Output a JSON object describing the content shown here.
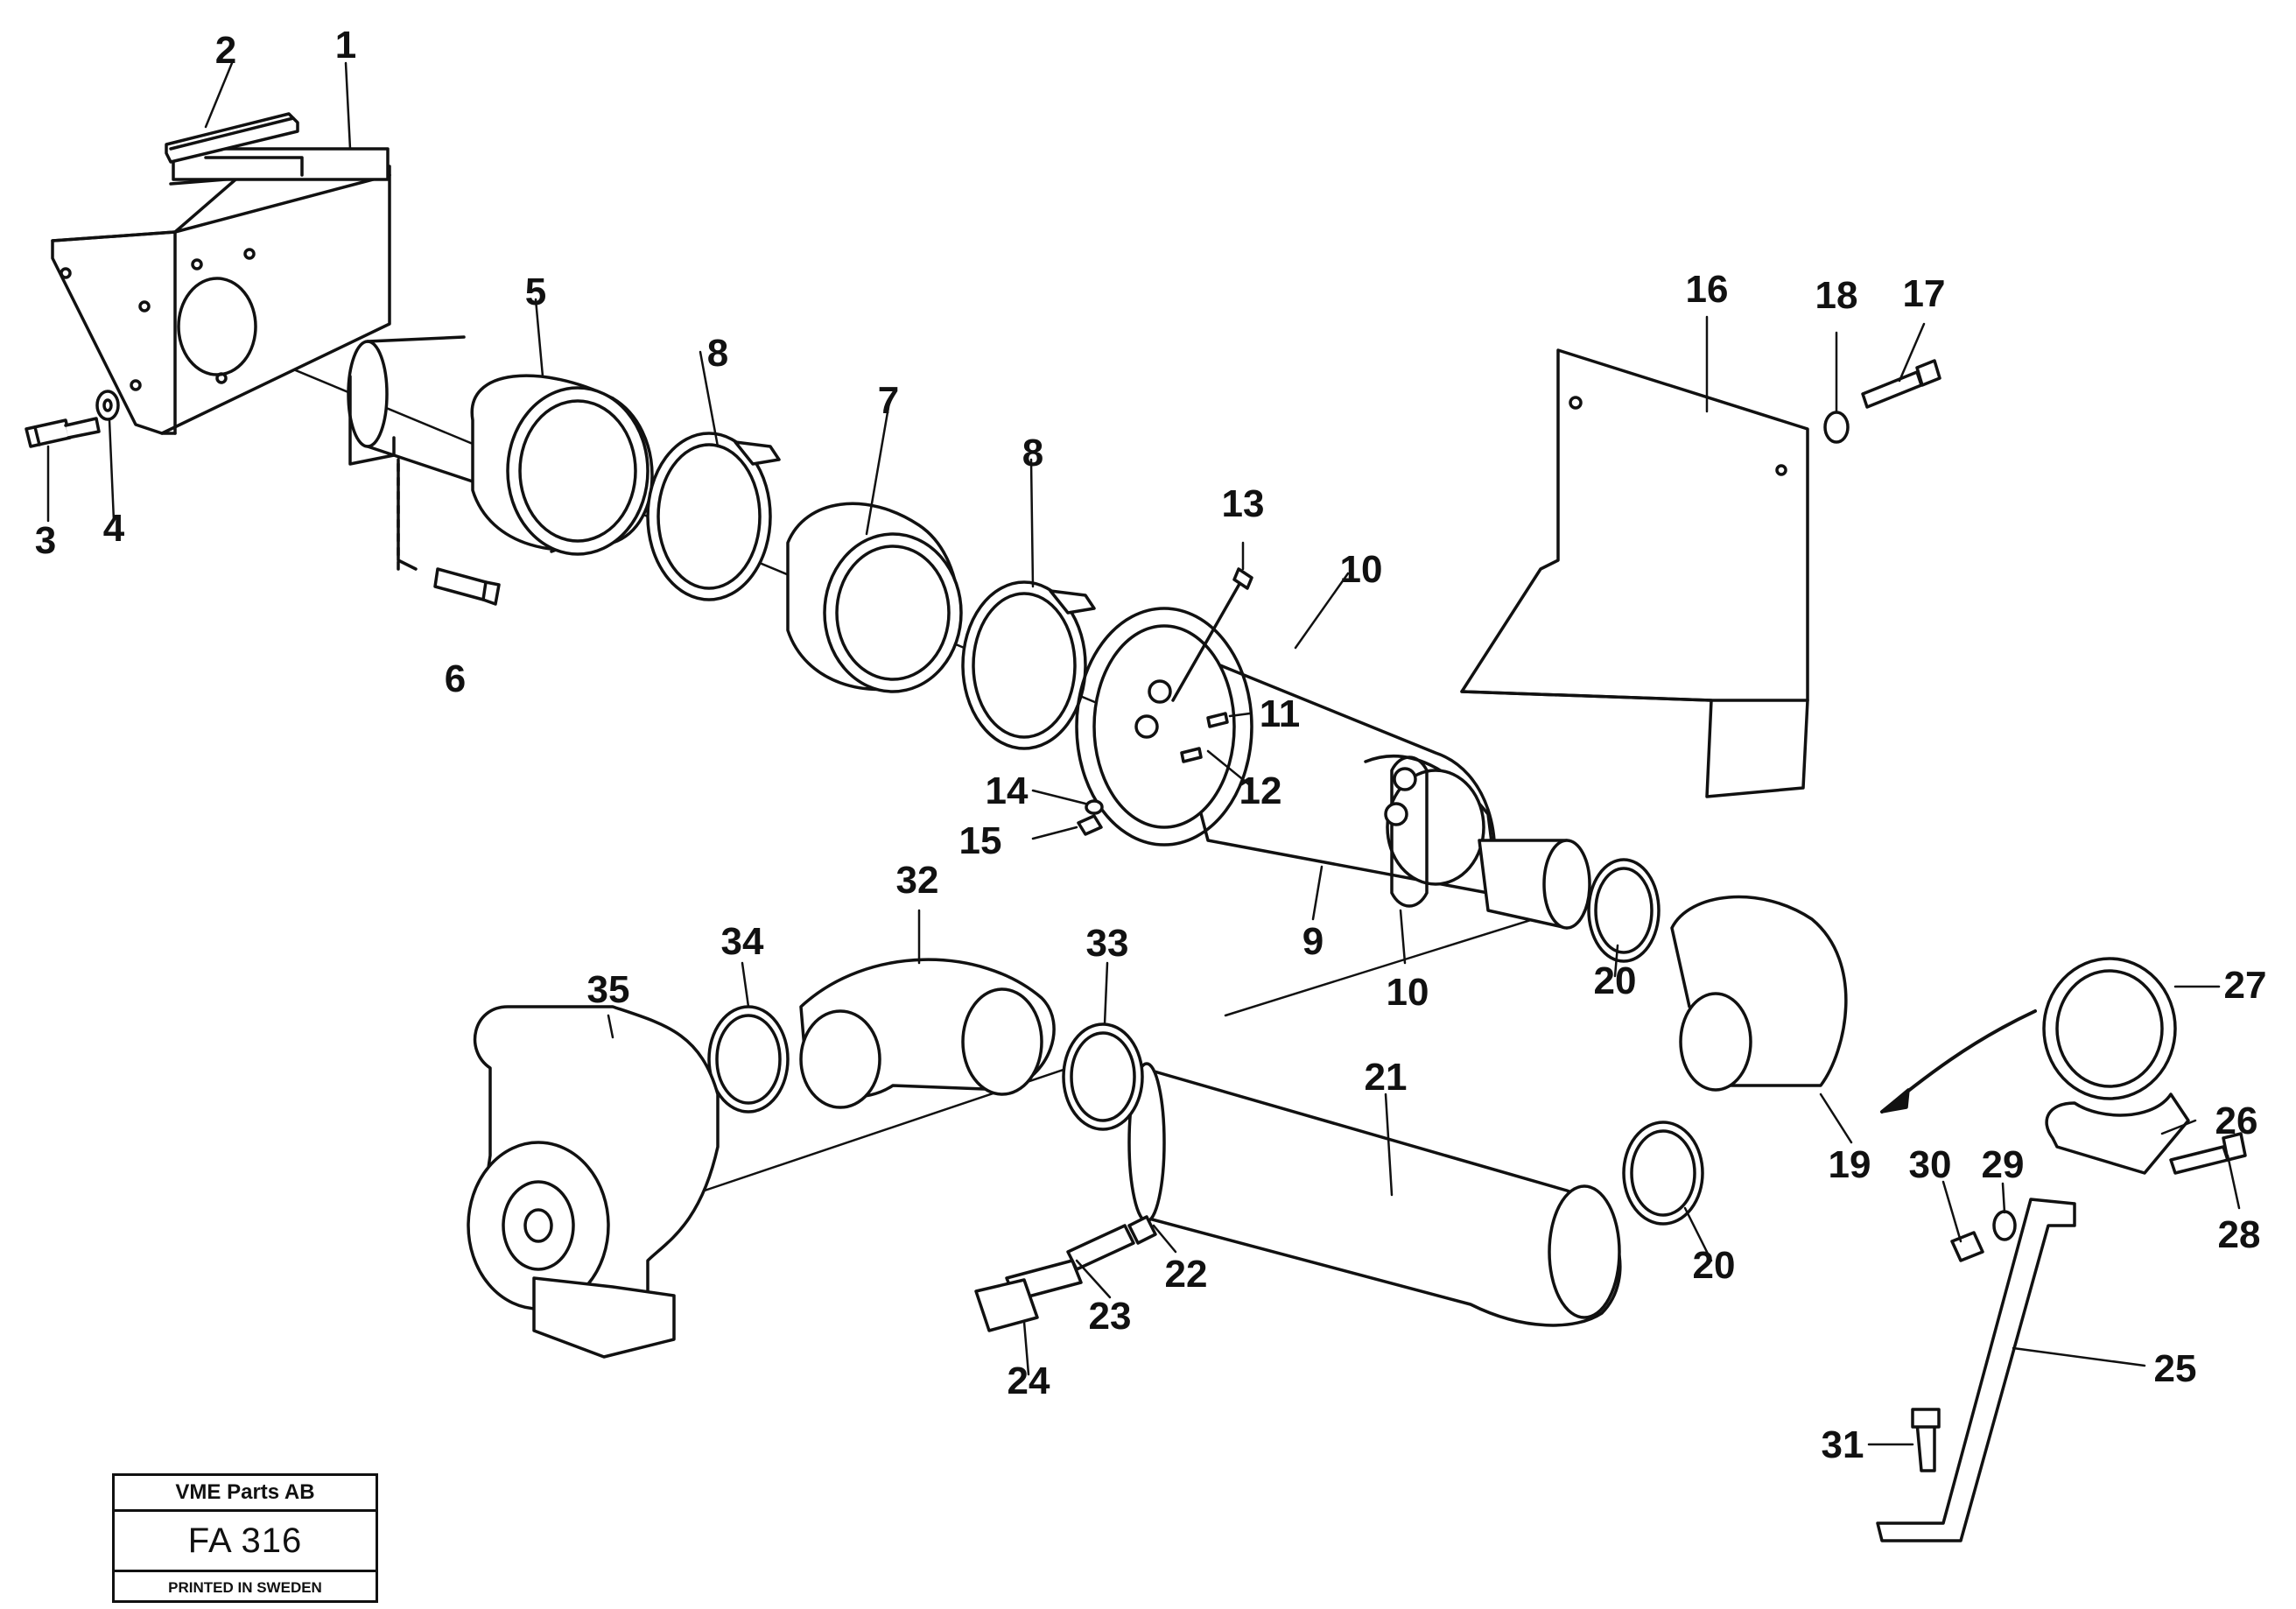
{
  "callouts": [
    "1",
    "2",
    "3",
    "4",
    "5",
    "6",
    "7",
    "8",
    "8",
    "9",
    "10",
    "10",
    "11",
    "12",
    "13",
    "14",
    "15",
    "16",
    "17",
    "18",
    "19",
    "20",
    "20",
    "21",
    "22",
    "23",
    "24",
    "25",
    "26",
    "27",
    "28",
    "29",
    "30",
    "31",
    "32",
    "33",
    "34",
    "35"
  ],
  "stamp": {
    "company": "VME Parts AB",
    "figure": "FA 316",
    "printed": "PRINTED IN SWEDEN"
  }
}
